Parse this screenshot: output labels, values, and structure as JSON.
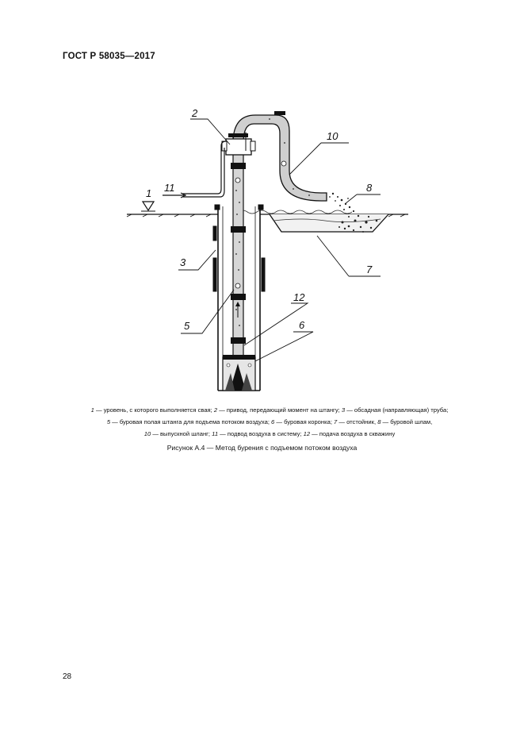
{
  "header": {
    "standard": "ГОСТ Р 58035—2017"
  },
  "figure": {
    "labels": [
      "1",
      "2",
      "3",
      "5",
      "6",
      "7",
      "8",
      "10",
      "11",
      "12"
    ]
  },
  "legend": {
    "items": [
      {
        "num": "1",
        "text": " — уровень, с которого выполняется свая; "
      },
      {
        "num": "2",
        "text": " — привод, передающий момент на штангу; "
      },
      {
        "num": "3",
        "text": " — обсадная (направляющая) труба;"
      },
      {
        "num": "5",
        "text": " — буровая полая штанга для подъема потоком воздуха; "
      },
      {
        "num": "6",
        "text": " — буровая коронка; "
      },
      {
        "num": "7",
        "text": " — отстойник, "
      },
      {
        "num": "8",
        "text": " — буровой шлам,"
      },
      {
        "num": "10",
        "text": " — выпускной шланг; "
      },
      {
        "num": "11",
        "text": " — подвод воздуха в систему; "
      },
      {
        "num": "12",
        "text": " — подача воздуха в скважину"
      }
    ]
  },
  "caption": "Рисунок А.4 — Метод бурения с подъемом потоком воздуха",
  "page_number": "28"
}
